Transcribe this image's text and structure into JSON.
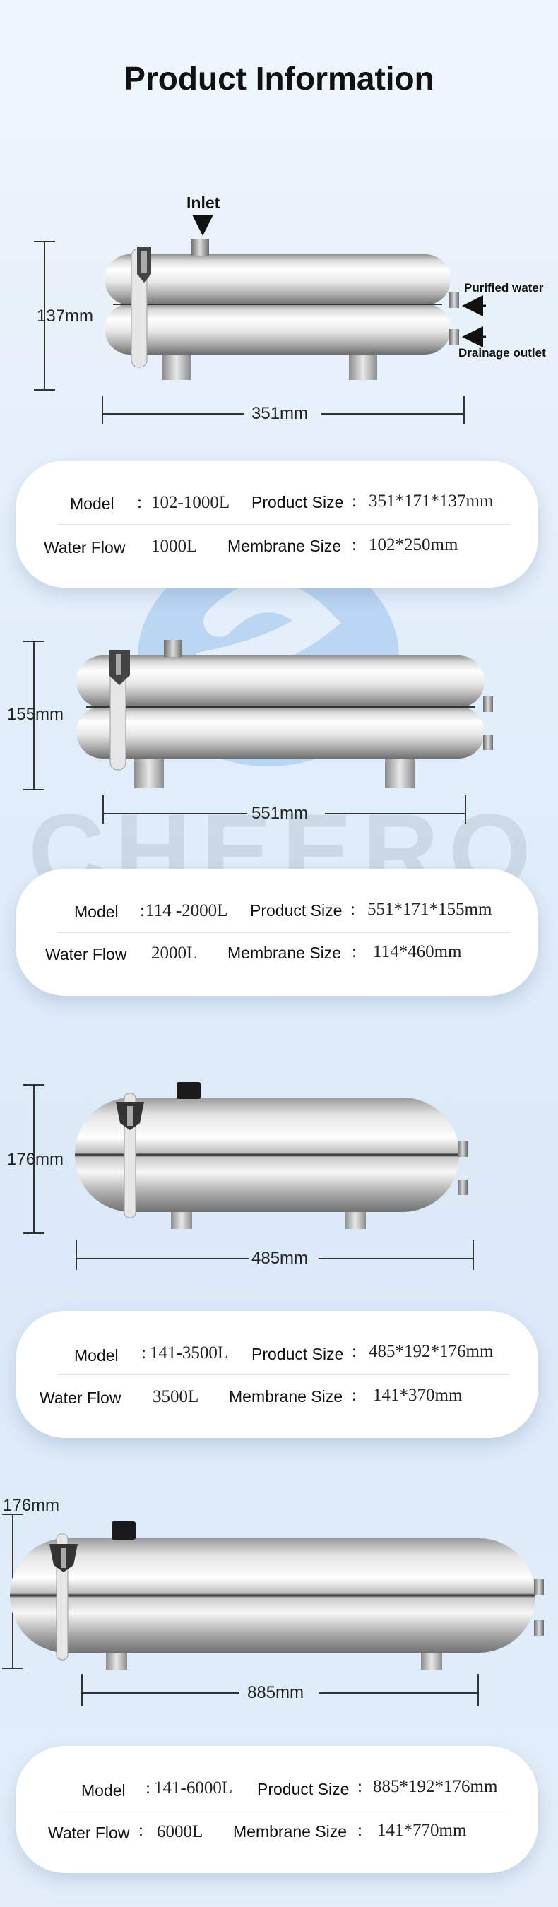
{
  "page": {
    "title": "Product Information"
  },
  "callouts": {
    "inlet": "Inlet",
    "purified": "Purified water",
    "drainage": "Drainage outlet"
  },
  "watermark": {
    "text": "CHEERO"
  },
  "labels": {
    "model": "Model",
    "colon": ":",
    "product_size": "Product Size",
    "water_flow": "Water Flow",
    "membrane_size": "Membrane Size"
  },
  "products": [
    {
      "height": "137mm",
      "length": "351mm",
      "model": "102-1000L",
      "product_size": "351*171*137mm",
      "water_flow": "1000L",
      "membrane_size": "102*250mm"
    },
    {
      "height": "155mm",
      "length": "551mm",
      "model": "114 -2000L",
      "product_size": "551*171*155mm",
      "water_flow": "2000L",
      "membrane_size": "114*460mm"
    },
    {
      "height": "176mm",
      "length": "485mm",
      "model": "141-3500L",
      "product_size": "485*192*176mm",
      "water_flow": "3500L",
      "membrane_size": "141*370mm"
    },
    {
      "height": "176mm",
      "length": "885mm",
      "model": "141-6000L",
      "product_size": "885*192*176mm",
      "water_flow": "6000L",
      "membrane_size": "141*770mm"
    }
  ],
  "colors": {
    "steel_light": "#f4f4f4",
    "steel_dark": "#8a8a8a",
    "card_bg": "#ffffff",
    "seam": "#2a2a2a"
  }
}
